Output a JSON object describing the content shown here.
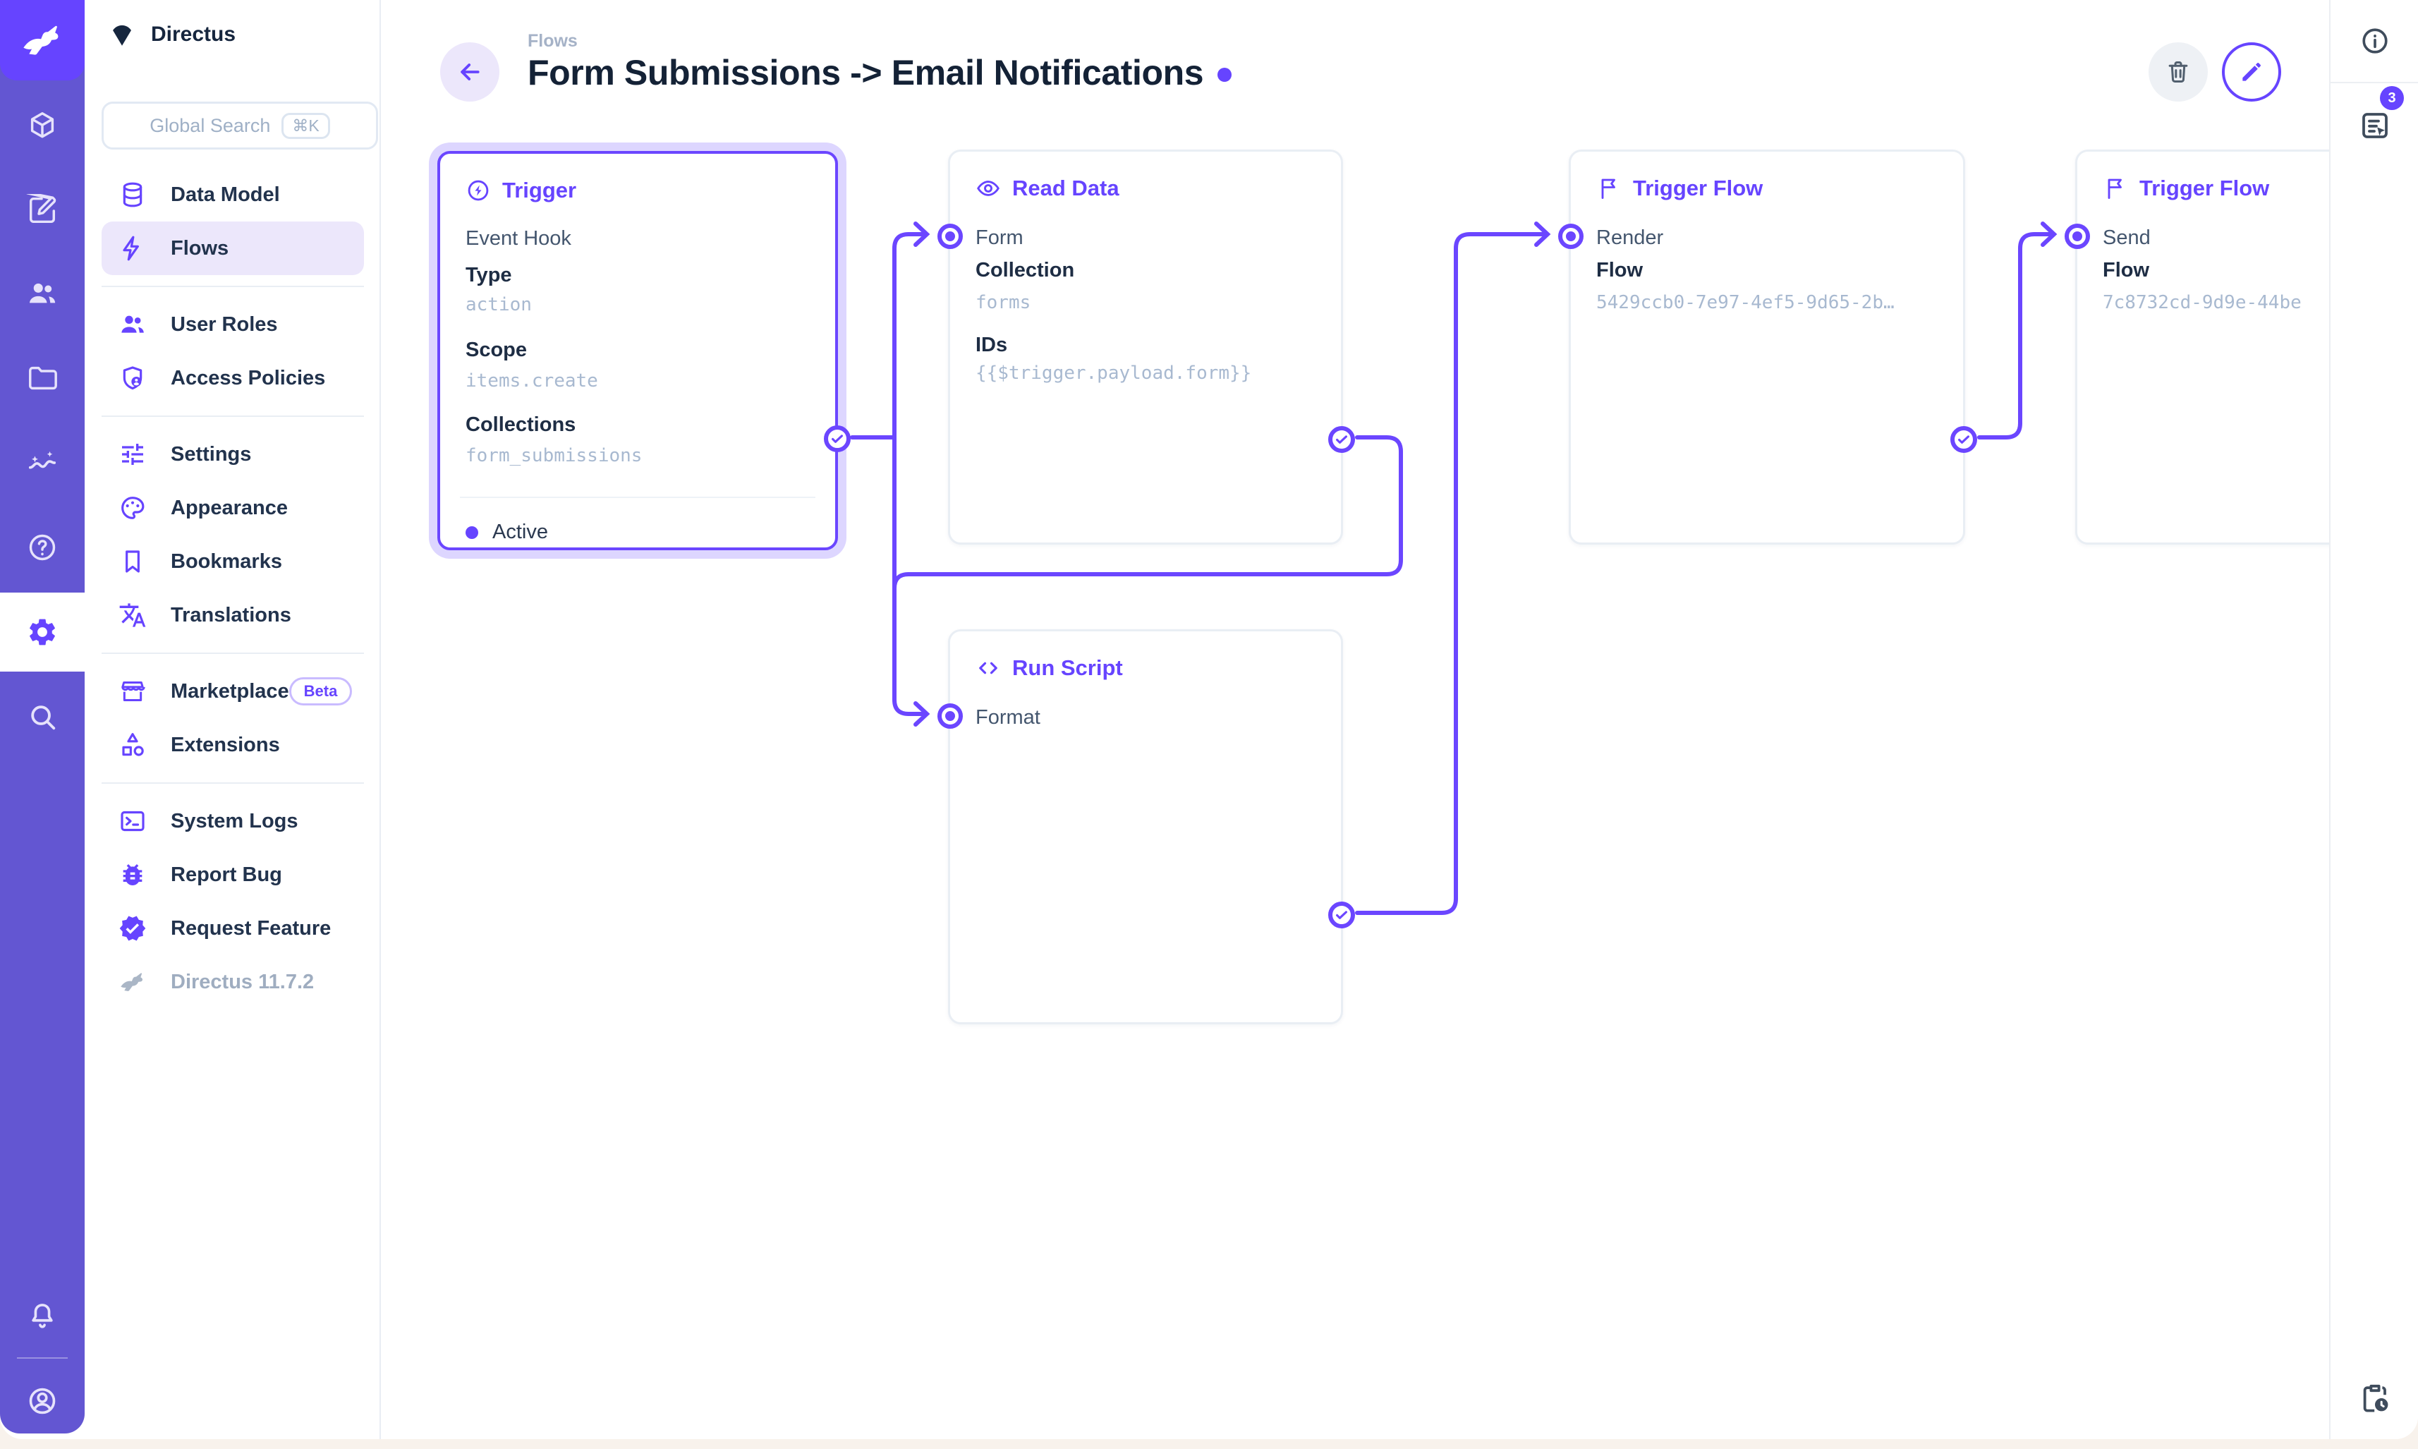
{
  "colors": {
    "brand": "#6644FF",
    "module_bar_bg": "#6356D2",
    "logo_tile_bg": "#6644FF",
    "nav_active_bg": "#ECE7FB",
    "page_bg": "#F8F2EC",
    "title_text": "#142236",
    "value_text": "#A8B9D0",
    "notice_badge_bg": "#6644FF"
  },
  "module_bar": {
    "logo_icon": "directus-rabbit-icon",
    "items": [
      {
        "icon": "content-box-icon"
      },
      {
        "icon": "editor-icon"
      },
      {
        "icon": "users-icon"
      },
      {
        "icon": "files-folder-icon"
      },
      {
        "icon": "insights-icon"
      },
      {
        "icon": "help-icon"
      },
      {
        "icon": "settings-gear-icon",
        "active": true
      },
      {
        "icon": "search-icon"
      }
    ],
    "bottom_items": [
      {
        "icon": "notifications-bell-icon"
      },
      {
        "icon": "user-avatar-icon"
      }
    ]
  },
  "nav": {
    "project_name": "Directus",
    "search": {
      "placeholder": "Global Search",
      "shortcut": "⌘K"
    },
    "groups": [
      {
        "items": [
          {
            "label": "Data Model",
            "icon": "database-icon"
          },
          {
            "label": "Flows",
            "icon": "bolt-icon",
            "active": true
          }
        ]
      },
      {
        "items": [
          {
            "label": "User Roles",
            "icon": "people-icon"
          },
          {
            "label": "Access Policies",
            "icon": "shield-user-icon"
          }
        ]
      },
      {
        "items": [
          {
            "label": "Settings",
            "icon": "tune-icon"
          },
          {
            "label": "Appearance",
            "icon": "palette-icon"
          },
          {
            "label": "Bookmarks",
            "icon": "bookmark-icon"
          },
          {
            "label": "Translations",
            "icon": "translate-icon"
          }
        ]
      },
      {
        "items": [
          {
            "label": "Marketplace",
            "icon": "storefront-icon",
            "badge": "Beta"
          },
          {
            "label": "Extensions",
            "icon": "extensions-icon"
          }
        ]
      },
      {
        "items": [
          {
            "label": "System Logs",
            "icon": "terminal-icon"
          },
          {
            "label": "Report Bug",
            "icon": "bug-icon"
          },
          {
            "label": "Request Feature",
            "icon": "feature-seal-icon"
          }
        ]
      }
    ],
    "version": "Directus 11.7.2"
  },
  "header": {
    "breadcrumb": "Flows",
    "title": "Form Submissions -> Email Notifications"
  },
  "right_sidebar": {
    "info_icon": "info-icon",
    "notices_icon": "notices-log-icon",
    "notices_count": "3",
    "bottom_icon": "clipboard-clock-icon"
  },
  "canvas": {
    "nodes": {
      "trigger": {
        "title": "Trigger",
        "icon": "circle-bolt-icon",
        "name": "Event Hook",
        "fields": [
          {
            "label": "Type",
            "value": "action"
          },
          {
            "label": "Scope",
            "value": "items.create"
          },
          {
            "label": "Collections",
            "value": "form_submissions"
          }
        ],
        "status": "Active"
      },
      "read_data": {
        "title": "Read Data",
        "icon": "eye-icon",
        "name": "Form",
        "fields": [
          {
            "label": "Collection",
            "value": "forms"
          },
          {
            "label": "IDs",
            "value": "{{$trigger.payload.form}}"
          }
        ]
      },
      "run_script": {
        "title": "Run Script",
        "icon": "code-icon",
        "name": "Format"
      },
      "trigger_flow_render": {
        "title": "Trigger Flow",
        "icon": "flag-icon",
        "name": "Render",
        "fields": [
          {
            "label": "Flow",
            "value": "5429ccb0-7e97-4ef5-9d65-2b…"
          }
        ]
      },
      "trigger_flow_send": {
        "title": "Trigger Flow",
        "icon": "flag-icon",
        "name": "Send",
        "fields": [
          {
            "label": "Flow",
            "value": "7c8732cd-9d9e-44be"
          }
        ]
      }
    }
  }
}
